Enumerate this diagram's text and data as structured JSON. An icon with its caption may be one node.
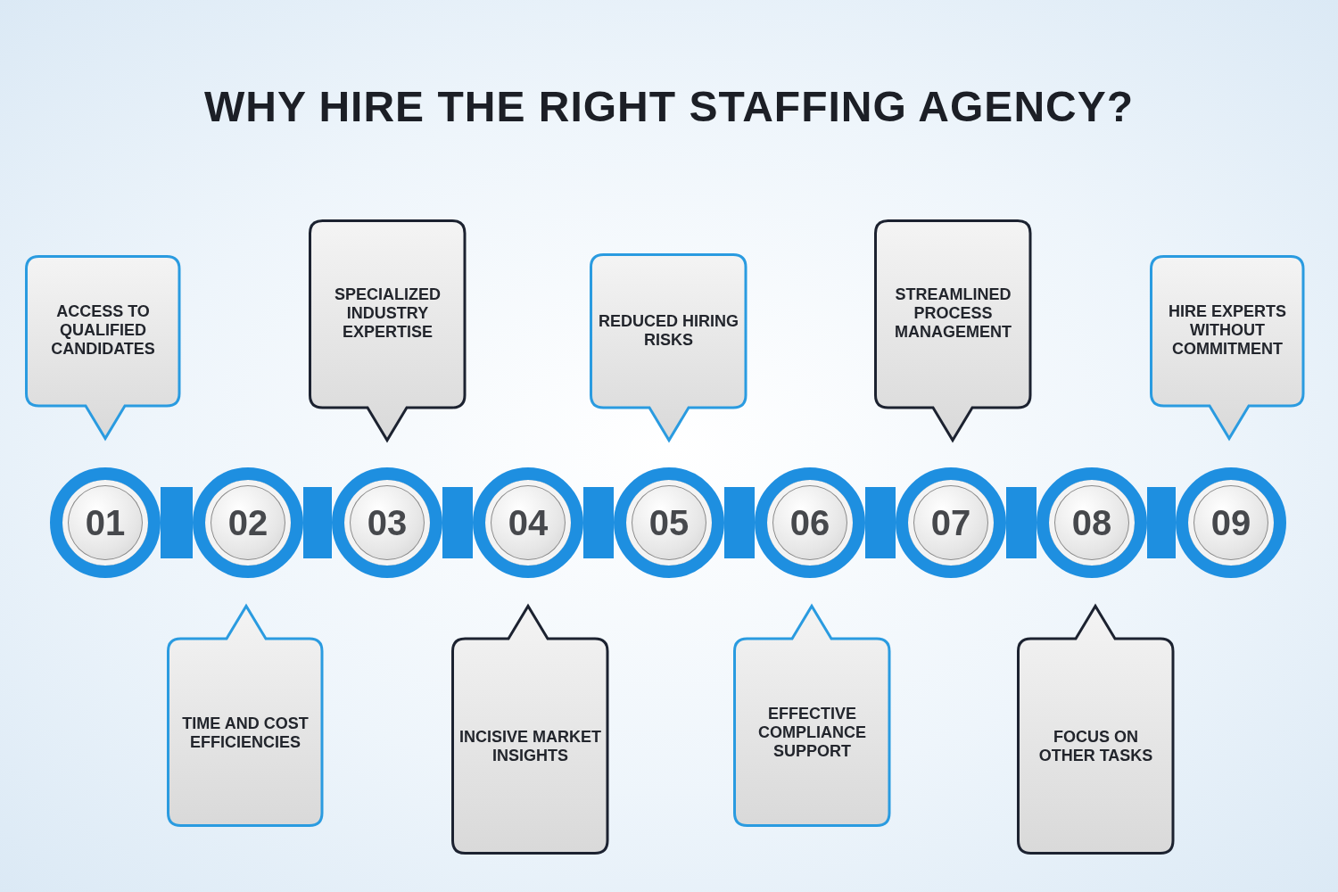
{
  "diagram": {
    "title": "WHY HIRE THE RIGHT STAFFING AGENCY?",
    "nodes": [
      {
        "text": [
          "01"
        ]
      },
      {
        "text": [
          "02"
        ]
      },
      {
        "text": [
          "03"
        ]
      },
      {
        "text": [
          "04"
        ]
      },
      {
        "text": [
          "05"
        ]
      },
      {
        "text": [
          "06"
        ]
      },
      {
        "text": [
          "07"
        ]
      },
      {
        "text": [
          "08"
        ]
      },
      {
        "text": [
          "09"
        ]
      },
      {
        "text": [
          "ACCESS TO QUALIFIED CANDIDATES"
        ]
      },
      {
        "text": [
          "TIME AND COST EFFICIENCIES"
        ]
      },
      {
        "text": [
          "SPECIALIZED INDUSTRY EXPERTISE"
        ]
      },
      {
        "text": [
          "INCISIVE MARKET INSIGHTS"
        ]
      },
      {
        "text": [
          "REDUCED HIRING RISKS"
        ]
      },
      {
        "text": [
          "EFFECTIVE COMPLIANCE SUPPORT"
        ]
      },
      {
        "text": [
          "STREAMLINED PROCESS MANAGEMENT"
        ]
      },
      {
        "text": [
          "FOCUS ON OTHER TASKS"
        ]
      },
      {
        "text": [
          "HIRE EXPERTS WITHOUT COMMITMENT"
        ]
      }
    ],
    "edges": [
      {
        "from": 0,
        "to": 1,
        "arrow": "none"
      },
      {
        "from": 1,
        "to": 2,
        "arrow": "none"
      },
      {
        "from": 2,
        "to": 3,
        "arrow": "none"
      },
      {
        "from": 3,
        "to": 4,
        "arrow": "none"
      },
      {
        "from": 4,
        "to": 5,
        "arrow": "none"
      },
      {
        "from": 5,
        "to": 6,
        "arrow": "none"
      },
      {
        "from": 6,
        "to": 7,
        "arrow": "none"
      },
      {
        "from": 7,
        "to": 8,
        "arrow": "none"
      }
    ]
  }
}
